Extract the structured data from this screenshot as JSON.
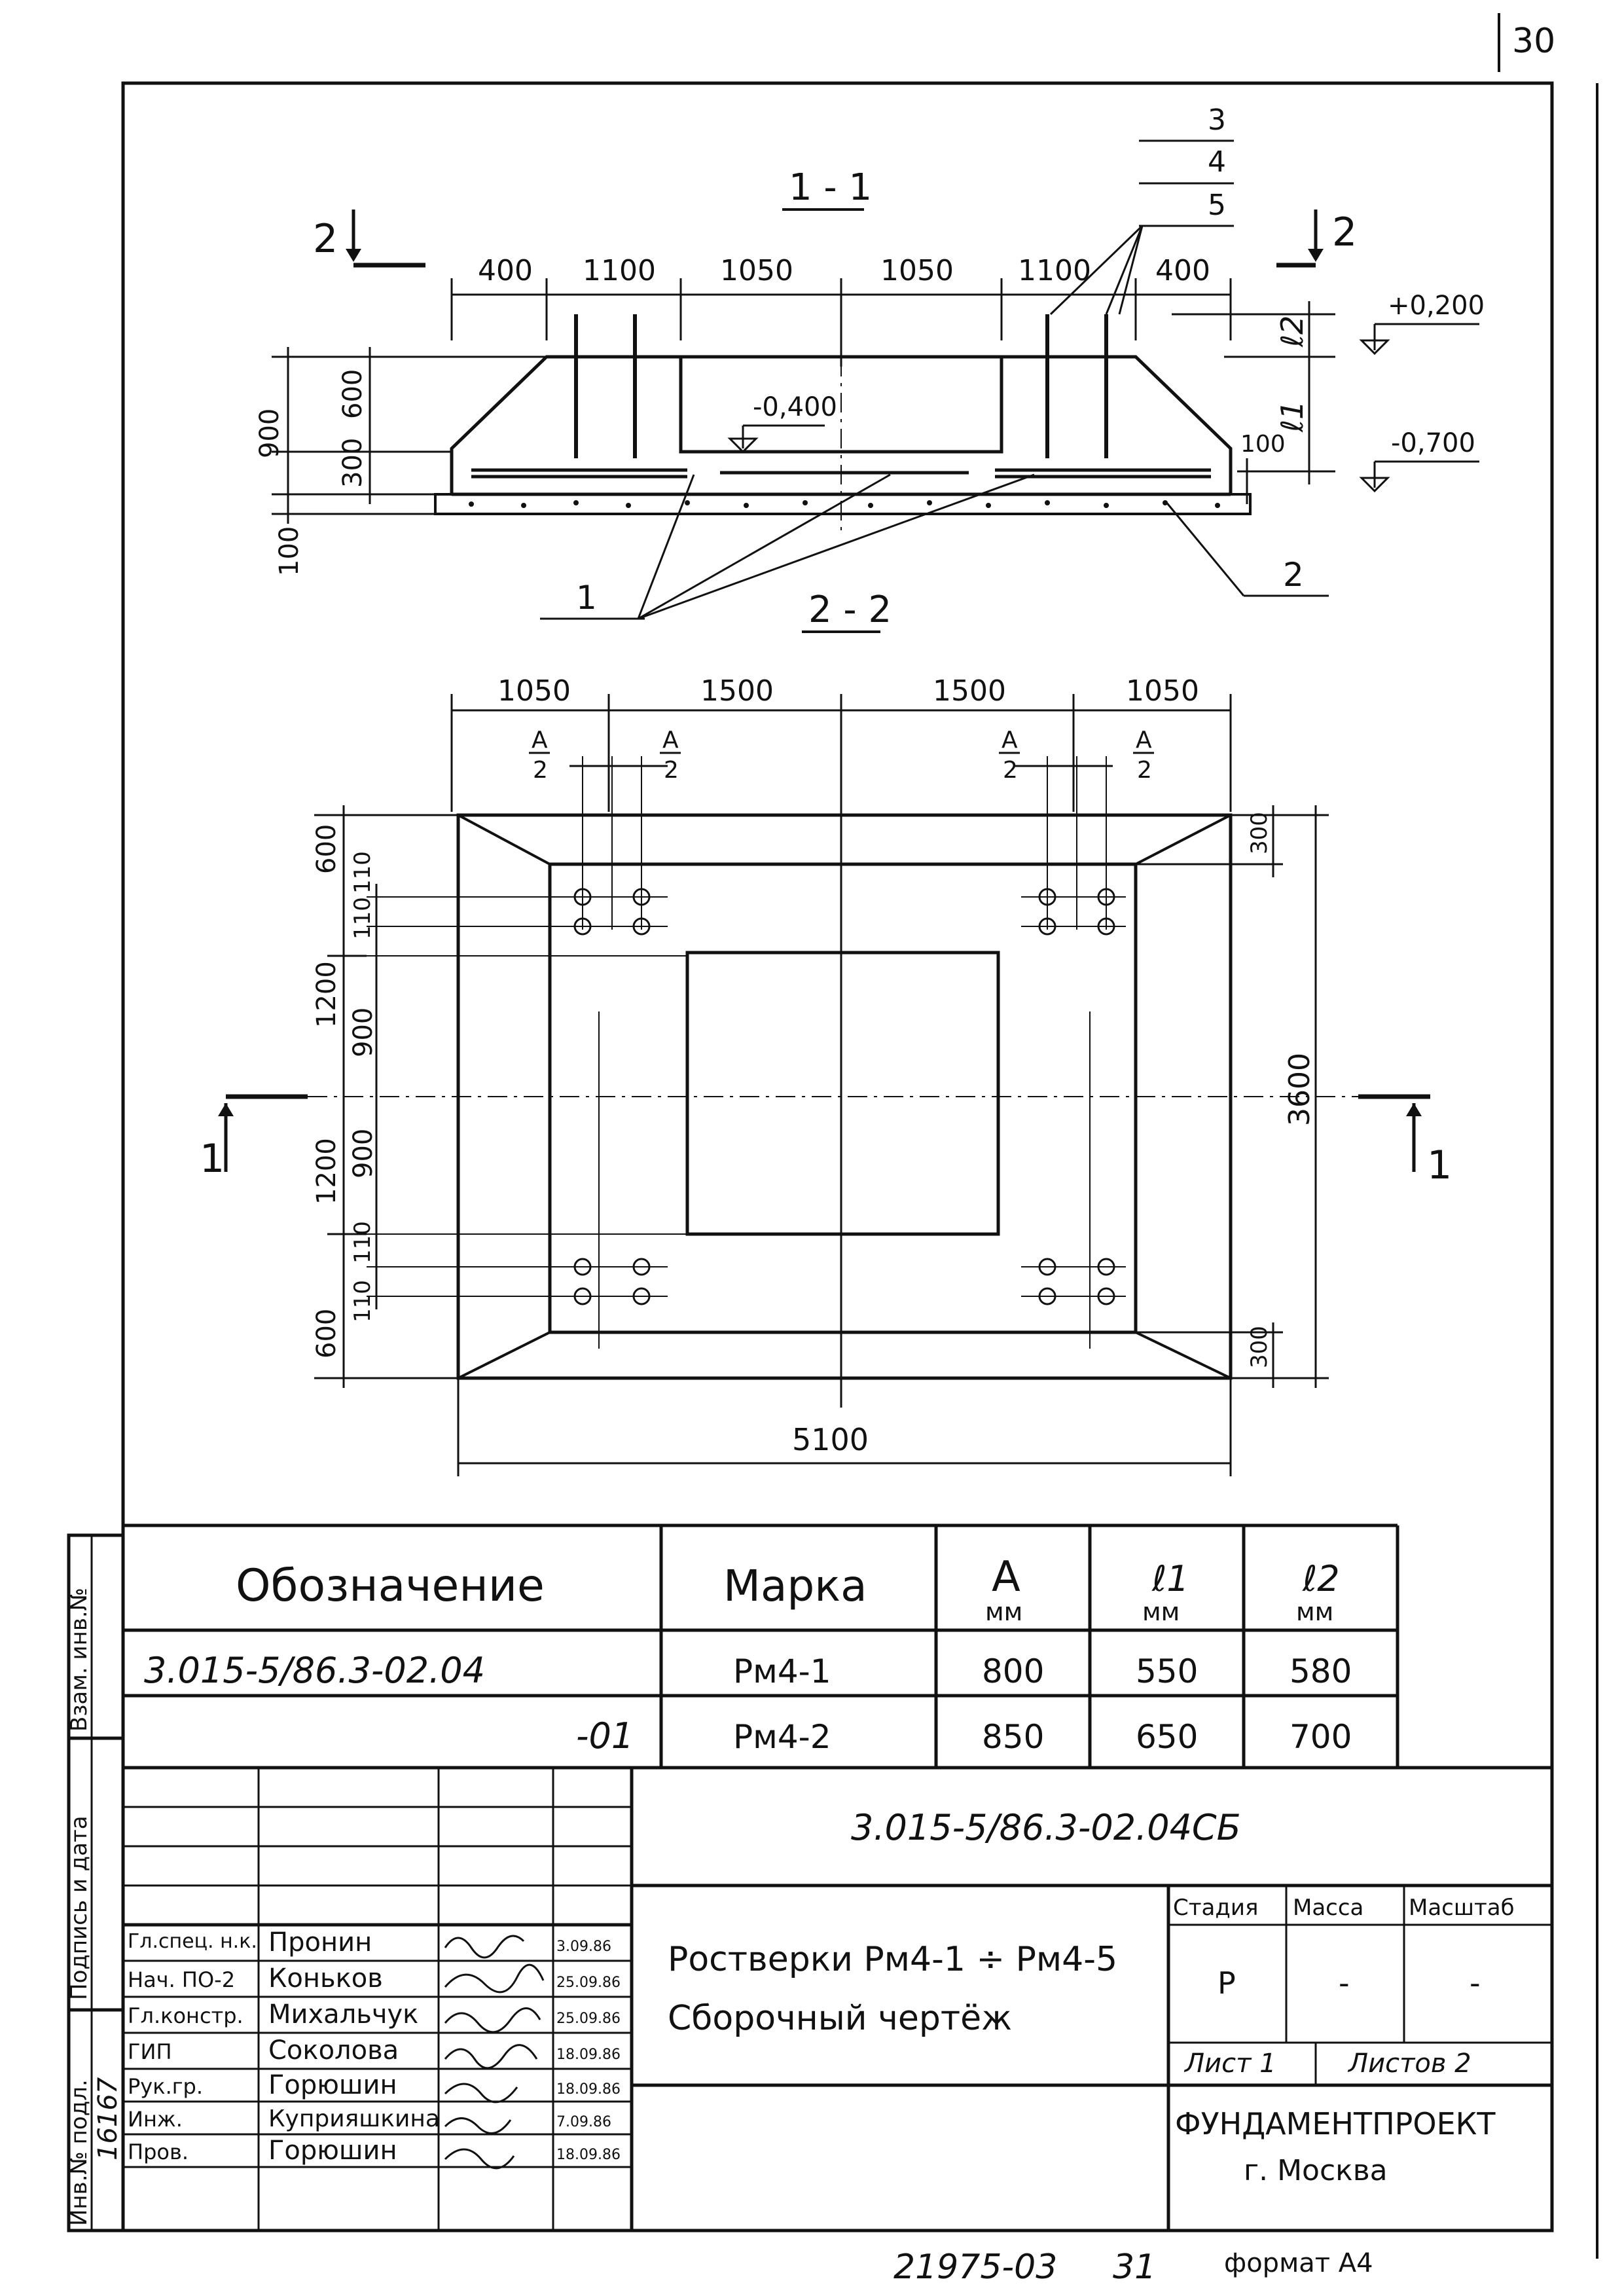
{
  "page_number_corner": "30",
  "section_1_1": {
    "title": "1 - 1",
    "cut_marker_label": "2",
    "dims_top": [
      "400",
      "1100",
      "1050",
      "1050",
      "1100",
      "400"
    ],
    "dims_left": [
      "900",
      "600",
      "300",
      "100"
    ],
    "dim_right_100": "100",
    "elev_top": "+0,200",
    "elev_bottom": "-0,700",
    "elev_pit": "-0,400",
    "l2_label": "ℓ2",
    "l1_label": "ℓ1",
    "callouts_top": [
      "3",
      "4",
      "5"
    ],
    "callout_1": "1",
    "callout_2": "2"
  },
  "section_2_2": {
    "title": "2 - 2",
    "cut_marker_label": "1",
    "dims_top": [
      "1050",
      "1500",
      "1500",
      "1050"
    ],
    "a_fraction_num": "A",
    "a_fraction_den": "2",
    "dims_left_outer": [
      "600",
      "1200",
      "1200",
      "600"
    ],
    "dims_left_inner": [
      "110",
      "110",
      "900",
      "900",
      "110",
      "110"
    ],
    "dim_right": "3600",
    "dim_right_small": [
      "300",
      "300"
    ],
    "dim_bottom": "5100"
  },
  "spec_table": {
    "headers": [
      "Обозначение",
      "Марка",
      "А",
      "ℓ1",
      "ℓ2"
    ],
    "units": [
      "мм",
      "мм",
      "мм"
    ],
    "rows": [
      [
        "3.015-5/86.3-02.04",
        "Рм4-1",
        "800",
        "550",
        "580"
      ],
      [
        "-01",
        "Рм4-2",
        "850",
        "650",
        "700"
      ]
    ]
  },
  "title_block": {
    "doc_code": "3.015-5/86.3-02.04СБ",
    "title_line1": "Ростверки Рм4-1 ÷ Рм4-5",
    "title_line2": "Сборочный чертёж",
    "stage_header": "Стадия",
    "mass_header": "Масса",
    "scale_header": "Масштаб",
    "stage": "Р",
    "mass": "-",
    "scale": "-",
    "sheet": "Лист 1",
    "sheets": "Листов 2",
    "org": "ФУНДАМЕНТПРОЕКТ",
    "city": "г. Москва",
    "staff": [
      {
        "role": "Гл.спец. н.к.",
        "name": "Пронин",
        "date": "3.09.86"
      },
      {
        "role": "Нач. ПО-2",
        "name": "Коньков",
        "date": "25.09.86"
      },
      {
        "role": "Гл.констр.",
        "name": "Михальчук",
        "date": "25.09.86"
      },
      {
        "role": "ГИП",
        "name": "Соколова",
        "date": "18.09.86"
      },
      {
        "role": "Рук.гр.",
        "name": "Горюшин",
        "date": "18.09.86"
      },
      {
        "role": "Инж.",
        "name": "Куприяшкина",
        "date": "7.09.86"
      },
      {
        "role": "Пров.",
        "name": "Горюшин",
        "date": "18.09.86"
      }
    ]
  },
  "side_stamp": {
    "labels": [
      "Инв.№ подл.",
      "Подпись и дата",
      "Взам. инв.№"
    ],
    "inv_number": "16167"
  },
  "footer": {
    "code": "21975-03",
    "sheet_number": "31",
    "format": "формат А4"
  }
}
